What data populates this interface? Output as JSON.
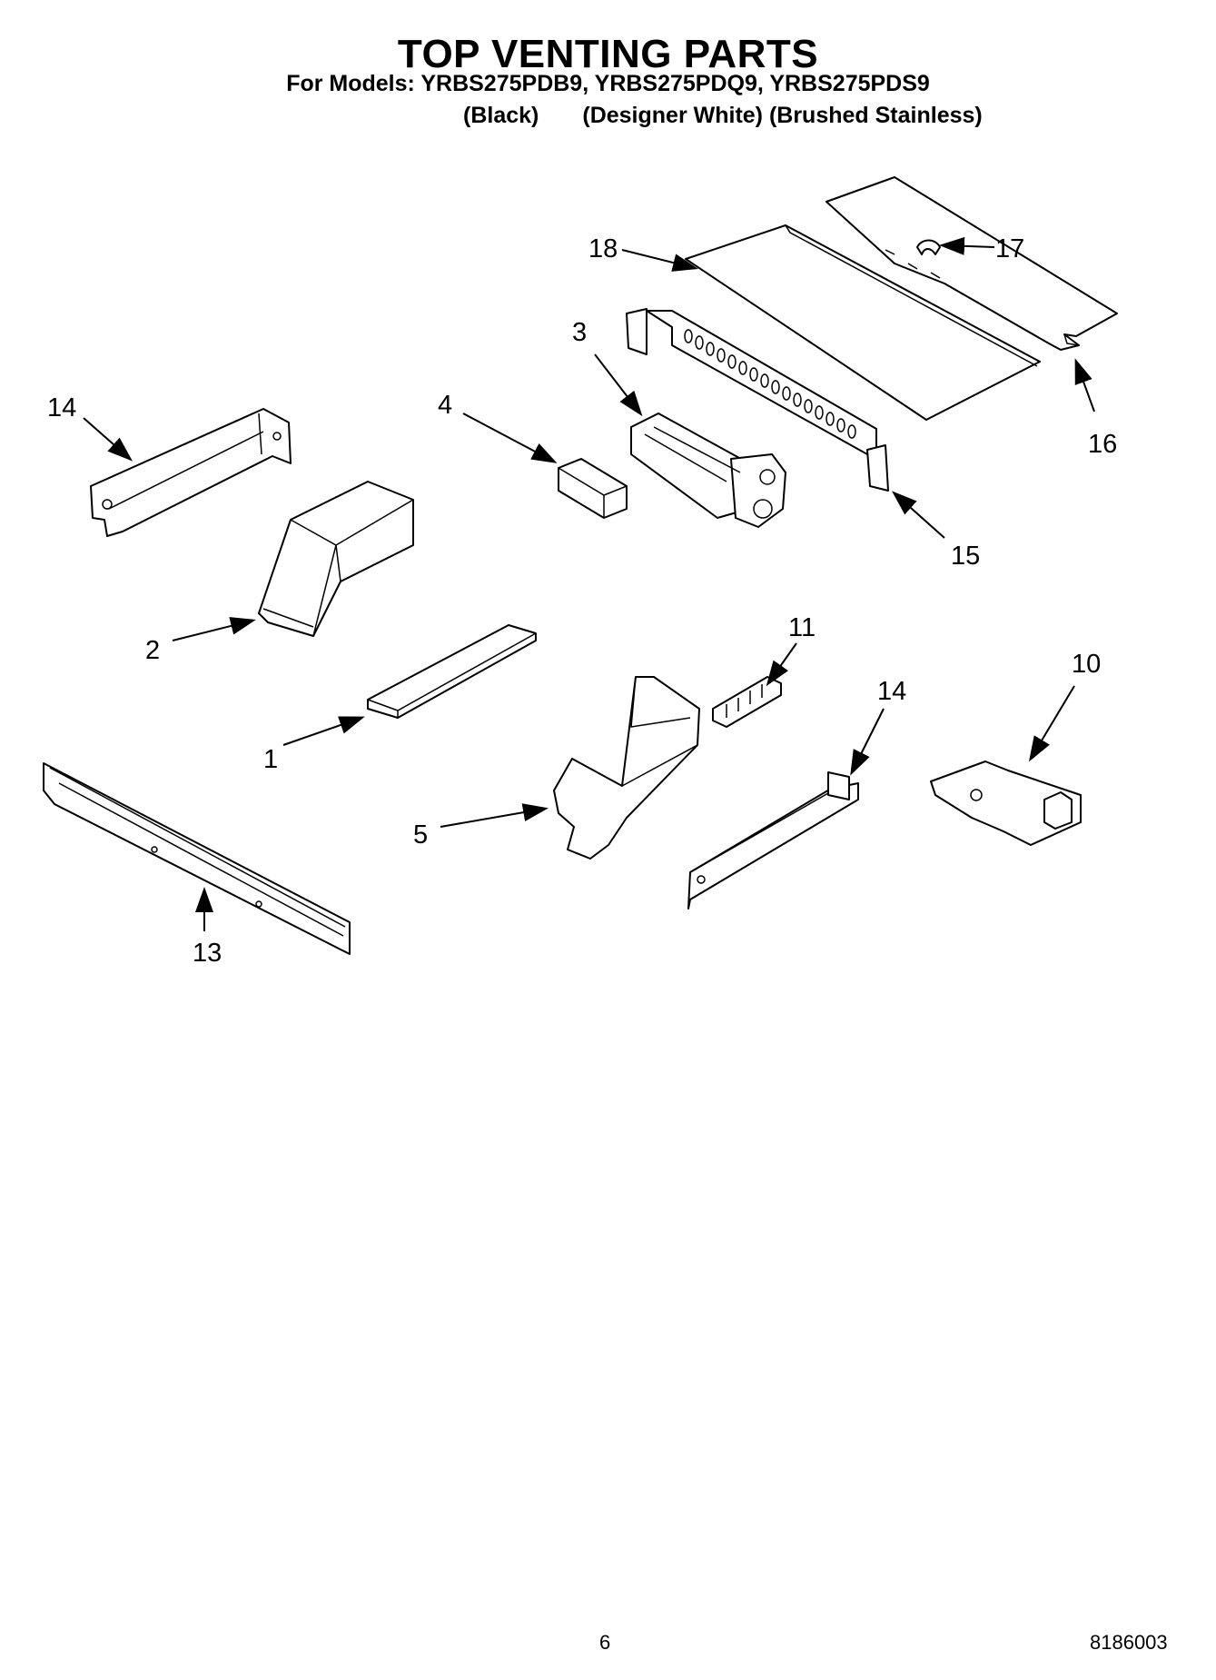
{
  "header": {
    "title": "TOP VENTING PARTS",
    "models_line": "For Models: YRBS275PDB9, YRBS275PDQ9, YRBS275PDS9",
    "color_black": "(Black)",
    "color_white": "(Designer White)",
    "color_stainless": "(Brushed Stainless)"
  },
  "callouts": {
    "c1": "1",
    "c2": "2",
    "c3": "3",
    "c4": "4",
    "c5": "5",
    "c10": "10",
    "c11": "11",
    "c13": "13",
    "c14a": "14",
    "c14b": "14",
    "c15": "15",
    "c16": "16",
    "c17": "17",
    "c18": "18"
  },
  "footer": {
    "page_number": "6",
    "document_number": "8186003"
  }
}
